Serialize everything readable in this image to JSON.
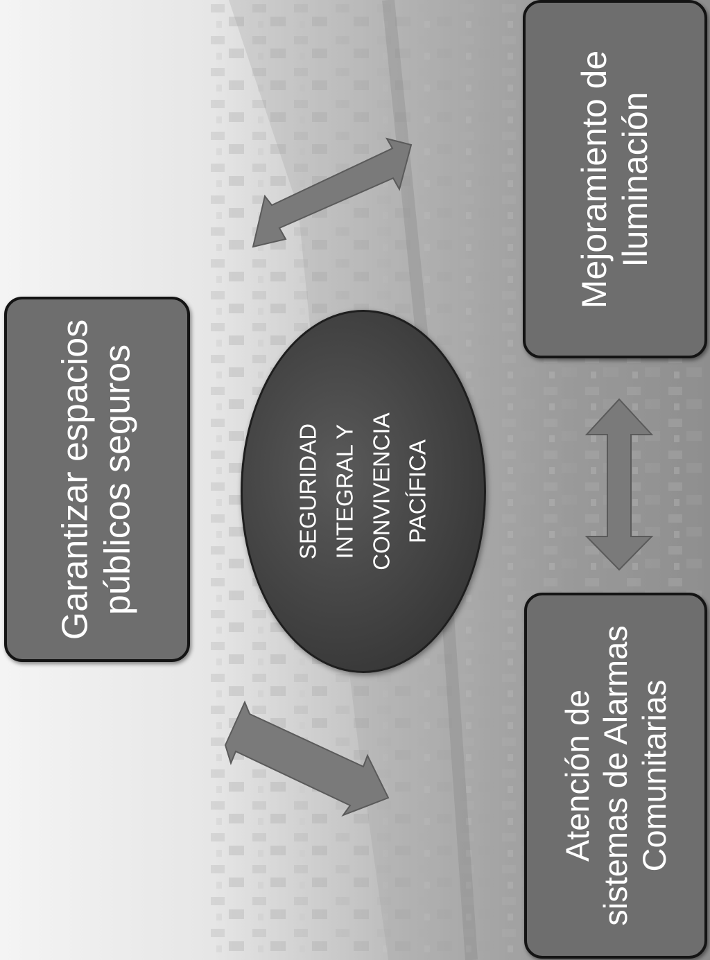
{
  "center": {
    "lines": [
      "SEGURIDAD",
      "INTEGRAL Y",
      "CONVIVENCIA",
      "PACÍFICA"
    ]
  },
  "boxes": {
    "espacios": {
      "lines": [
        "Garantizar espacios",
        "públicos seguros"
      ]
    },
    "iluminacion": {
      "lines": [
        "Mejoramiento de",
        "Iluminación"
      ]
    },
    "alarmas": {
      "lines": [
        "Atención de",
        "sistemas de Alarmas",
        "Comunitarias"
      ]
    }
  },
  "colors": {
    "box_fill": "#6e6e6e",
    "ellipse_fill": "#3f3f3f",
    "arrow_fill": "#7a7a7a",
    "text": "#ffffff"
  }
}
